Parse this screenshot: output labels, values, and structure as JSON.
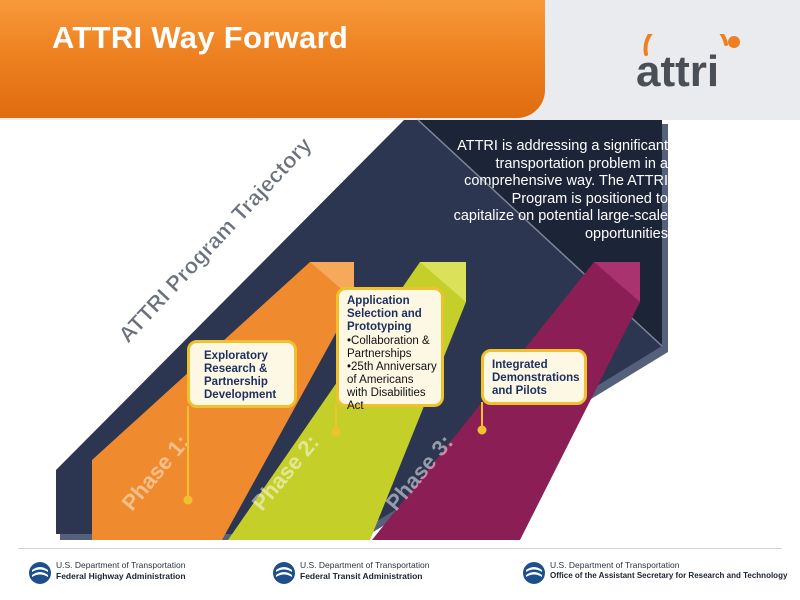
{
  "slide": {
    "title": "ATTRI Way Forward",
    "logo_text": "attri",
    "trajectory_label": "ATTRI Program Trajectory"
  },
  "callout": {
    "text": "ATTRI is addressing a significant transportation problem in a comprehensive way. The ATTRI Program is positioned to capitalize on potential large-scale opportunities"
  },
  "phases": [
    {
      "label": "Phase 1:",
      "color": "#ef8a2e",
      "box_title": "Exploratory Research & Partnership Development",
      "bullets": []
    },
    {
      "label": "Phase 2:",
      "color": "#c5cf2a",
      "box_title": "Application Selection and Prototyping",
      "bullets": [
        "Collaboration & Partnerships",
        "25th Anniversary of Americans with Disabilities Act"
      ]
    },
    {
      "label": "Phase 3:",
      "color": "#8b1f55",
      "box_title": "Integrated Demonstrations and Pilots",
      "bullets": []
    }
  ],
  "footer": {
    "agencies": [
      {
        "line1": "U.S. Department of Transportation",
        "line2": "Federal Highway Administration"
      },
      {
        "line1": "U.S. Department of Transportation",
        "line2": "Federal Transit Administration"
      },
      {
        "line1": "U.S. Department of Transportation",
        "line2": "Office of the Assistant Secretary for Research and Technology"
      }
    ]
  },
  "colors": {
    "orange": "#ee8120",
    "navy": "#1f2a40",
    "slate": "#37425a",
    "box_border": "#f0c12e",
    "text_navy": "#1e2f63"
  }
}
